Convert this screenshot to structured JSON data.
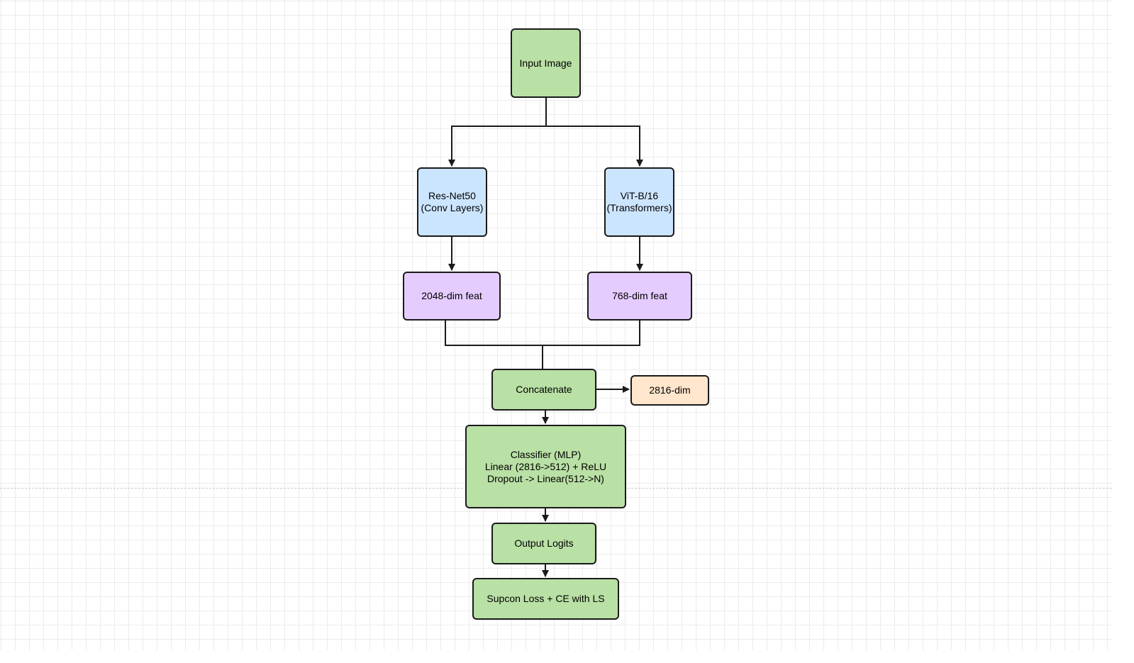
{
  "diagram": {
    "colors": {
      "green": "#b9e0a5",
      "blue": "#cce5ff",
      "purple": "#e5ccff",
      "orange": "#ffe6cc",
      "stroke": "#1a1a1a"
    },
    "nodes": {
      "input": {
        "label": "Input Image",
        "color": "green"
      },
      "resnet": {
        "label": "Res-Net50\n(Conv Layers)",
        "color": "blue"
      },
      "vit": {
        "label": "ViT-B/16\n(Transformers)",
        "color": "blue"
      },
      "feat2048": {
        "label": "2048-dim feat",
        "color": "purple"
      },
      "feat768": {
        "label": "768-dim feat",
        "color": "purple"
      },
      "concat": {
        "label": "Concatenate",
        "color": "green"
      },
      "dim2816": {
        "label": "2816-dim",
        "color": "orange"
      },
      "classifier": {
        "label": "Classifier (MLP)\nLinear (2816->512) + ReLU\nDropout -> Linear(512->N)",
        "color": "green"
      },
      "logits": {
        "label": "Output Logits",
        "color": "green"
      },
      "loss": {
        "label": "Supcon Loss + CE with LS",
        "color": "green"
      }
    },
    "edges": [
      {
        "from": "input",
        "to": "resnet"
      },
      {
        "from": "input",
        "to": "vit"
      },
      {
        "from": "resnet",
        "to": "feat2048"
      },
      {
        "from": "vit",
        "to": "feat768"
      },
      {
        "from": "feat2048",
        "to": "concat"
      },
      {
        "from": "feat768",
        "to": "concat"
      },
      {
        "from": "concat",
        "to": "dim2816"
      },
      {
        "from": "concat",
        "to": "classifier"
      },
      {
        "from": "classifier",
        "to": "logits"
      },
      {
        "from": "logits",
        "to": "loss"
      }
    ]
  }
}
